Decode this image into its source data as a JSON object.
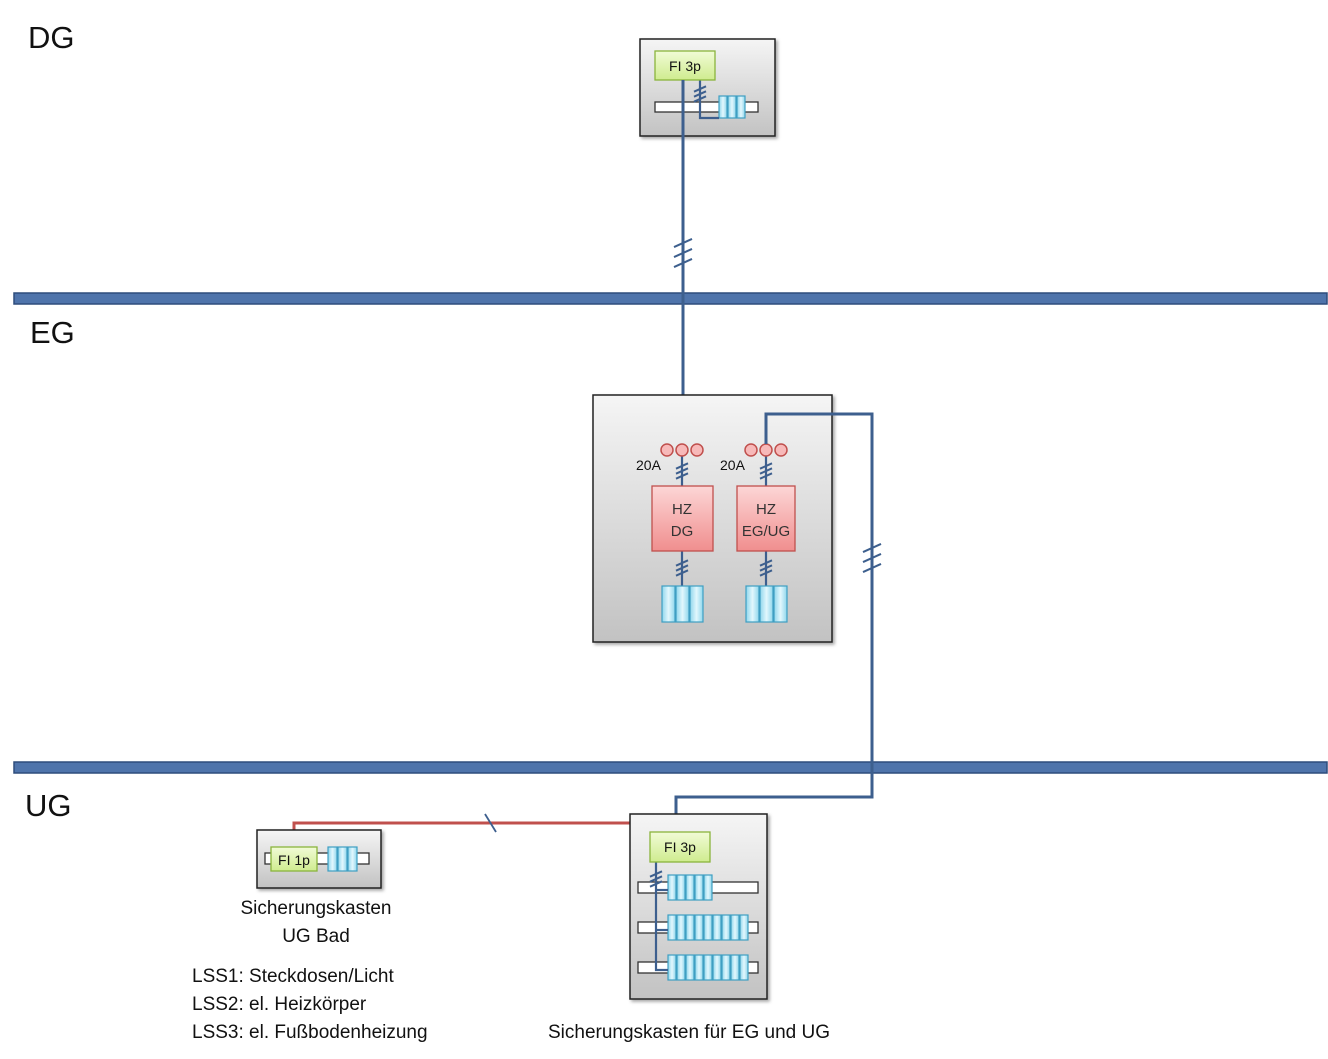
{
  "floors": {
    "dg": "DG",
    "eg": "EG",
    "ug": "UG"
  },
  "dg_box": {
    "fi_label": "FI 3p"
  },
  "eg_box": {
    "rating_left": "20A",
    "rating_right": "20A",
    "hz_dg": {
      "line1": "HZ",
      "line2": "DG"
    },
    "hz_eg_ug": {
      "line1": "HZ",
      "line2": "EG/UG"
    }
  },
  "ug_bad_box": {
    "fi_label": "FI 1p",
    "caption_line1": "Sicherungskasten",
    "caption_line2": "UG Bad"
  },
  "ug_main_box": {
    "fi_label": "FI 3p",
    "caption": "Sicherungskasten für EG und UG"
  },
  "lss_list": [
    "LSS1: Steckdosen/Licht",
    "LSS2: el. Heizkörper",
    "LSS3: el. Fußbodenheizung"
  ],
  "colors": {
    "floor_slab": "#4f74ab",
    "cable_3phase": "#3d5f8e",
    "cable_1phase": "#c0504d",
    "fi_switch": "#d9f2a0",
    "heating_breaker": "#f4a6a6",
    "fuse": "#a9e3f4",
    "enclosure": "#d6d6d6"
  }
}
